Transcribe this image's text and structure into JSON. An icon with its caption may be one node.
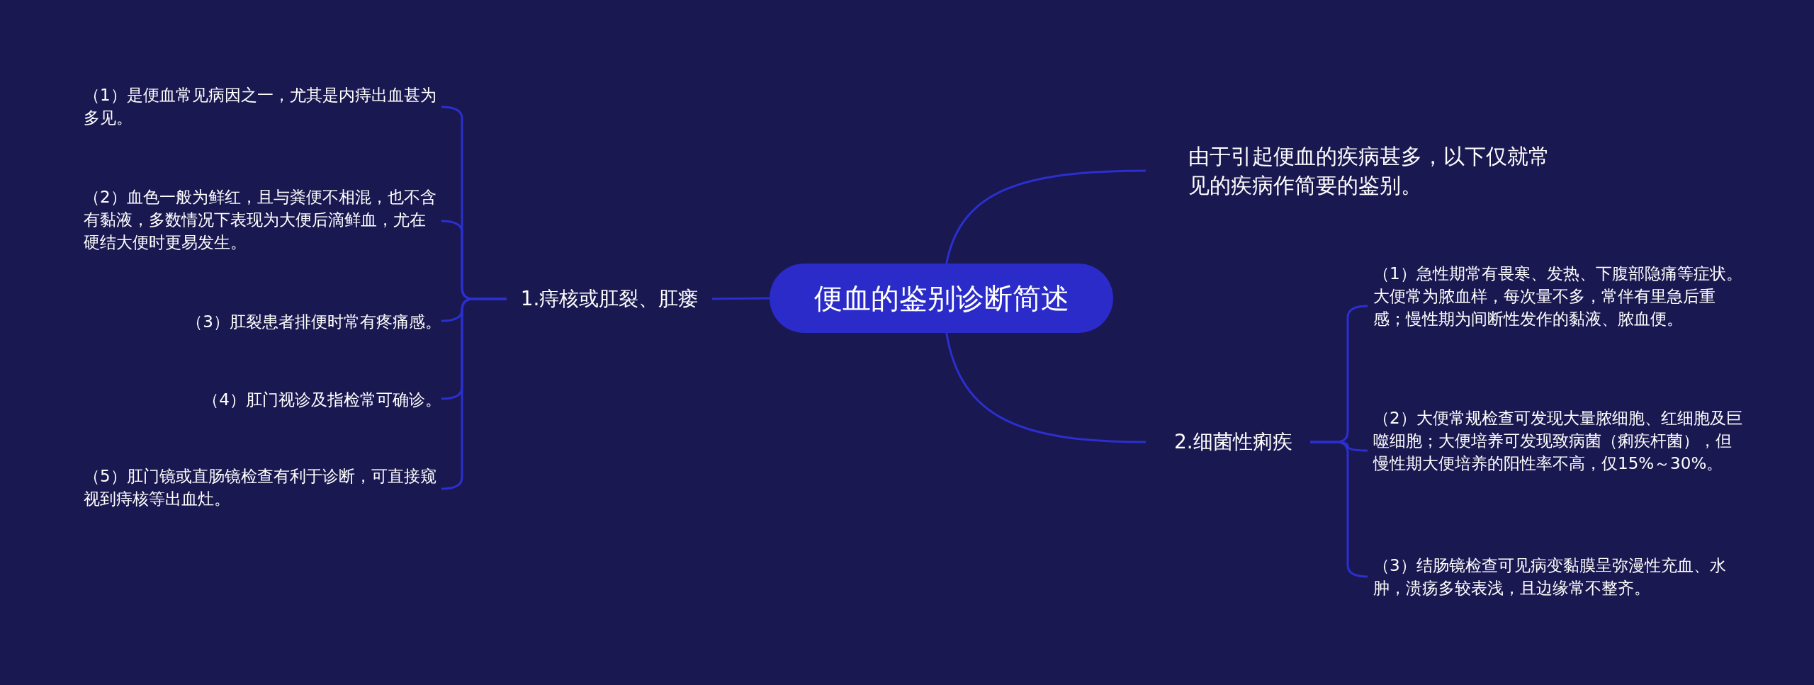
{
  "diagram": {
    "nodes": [
      {
        "text": [
          "便血的鉴别诊断简述"
        ]
      },
      {
        "text": [
          "1.痔核或肛裂、肛瘘"
        ]
      },
      {
        "text": [
          "（1）是便血常见病因之一，尤其是内痔出血甚为多见。"
        ]
      },
      {
        "text": [
          "（2）血色一般为鲜红，且与粪便不相混，也不含有黏液，多数情况下表现为大便后滴鲜血，尤在硬结大便时更易发生。"
        ]
      },
      {
        "text": [
          "（3）肛裂患者排便时常有疼痛感。"
        ]
      },
      {
        "text": [
          "（4）肛门视诊及指检常可确诊。"
        ]
      },
      {
        "text": [
          "（5）肛门镜或直肠镜检查有利于诊断，可直接窥视到痔核等出血灶。"
        ]
      },
      {
        "text": [
          "由于引起便血的疾病甚多，以下仅就常见的疾病作简要的鉴别。"
        ]
      },
      {
        "text": [
          "2.细菌性痢疾"
        ]
      },
      {
        "text": [
          "（1）急性期常有畏寒、发热、下腹部隐痛等症状。大便常为脓血样，每次量不多，常伴有里急后重感；慢性期为间断性发作的黏液、脓血便。"
        ]
      },
      {
        "text": [
          "（2）大便常规检查可发现大量脓细胞、红细胞及巨噬细胞；大便培养可发现致病菌（痢疾杆菌），但慢性期大便培养的阳性率不高，仅15%～30%。"
        ]
      },
      {
        "text": [
          "（3）结肠镜检查可见病变黏膜呈弥漫性充血、水肿，溃疡多较表浅，且边缘常不整齐。"
        ]
      }
    ],
    "edges": [
      {
        "from": 0,
        "to": 1,
        "arrow": "none"
      },
      {
        "from": 1,
        "to": 2,
        "arrow": "none"
      },
      {
        "from": 1,
        "to": 3,
        "arrow": "none"
      },
      {
        "from": 1,
        "to": 4,
        "arrow": "none"
      },
      {
        "from": 1,
        "to": 5,
        "arrow": "none"
      },
      {
        "from": 1,
        "to": 6,
        "arrow": "none"
      },
      {
        "from": 0,
        "to": 7,
        "arrow": "none"
      },
      {
        "from": 0,
        "to": 8,
        "arrow": "none"
      },
      {
        "from": 8,
        "to": 9,
        "arrow": "none"
      },
      {
        "from": 8,
        "to": 10,
        "arrow": "none"
      },
      {
        "from": 8,
        "to": 11,
        "arrow": "none"
      }
    ]
  }
}
